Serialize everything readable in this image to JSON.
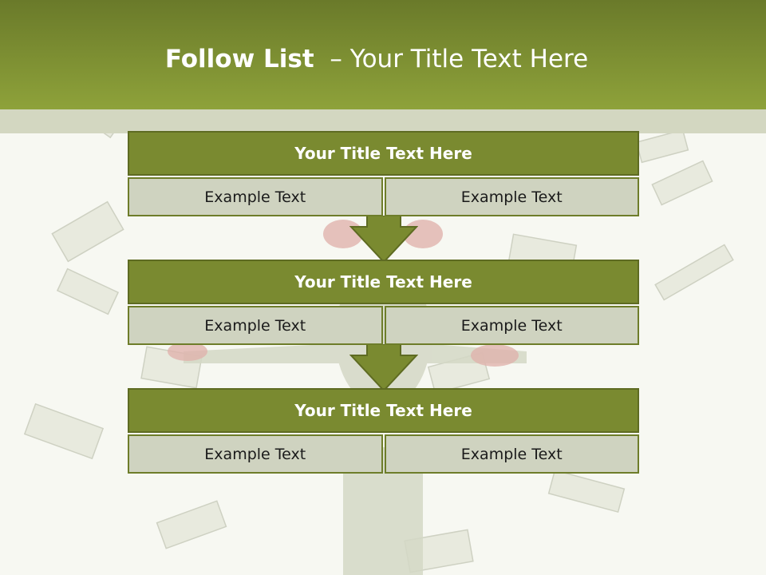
{
  "slide": {
    "title_bold": "Follow List",
    "title_rest": "– Your Title Text Here"
  },
  "blocks": [
    {
      "title": "Your Title Text Here",
      "left": "Example Text",
      "right": "Example Text"
    },
    {
      "title": "Your Title Text Here",
      "left": "Example Text",
      "right": "Example Text"
    },
    {
      "title": "Your Title Text Here",
      "left": "Example Text",
      "right": "Example Text"
    }
  ],
  "colors": {
    "header": "#7d8f32",
    "block_title_bg": "#7a8a30",
    "cell_bg": "#cfd3c0",
    "arrow": "#7a8a30"
  },
  "background_image": "frog-with-flying-dollar-bills"
}
